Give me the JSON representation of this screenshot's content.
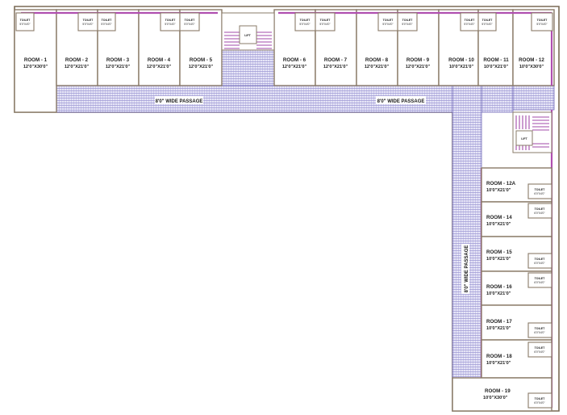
{
  "rooms": [
    {
      "name": "ROOM - 1",
      "size": "12'0\"X30'0\""
    },
    {
      "name": "ROOM - 2",
      "size": "12'0\"X21'0\""
    },
    {
      "name": "ROOM - 3",
      "size": "12'0\"X21'0\""
    },
    {
      "name": "ROOM - 4",
      "size": "12'0\"X21'0\""
    },
    {
      "name": "ROOM - 5",
      "size": "12'0\"X21'0\""
    },
    {
      "name": "ROOM - 6",
      "size": "12'0\"X21'0\""
    },
    {
      "name": "ROOM - 7",
      "size": "12'0\"X21'0\""
    },
    {
      "name": "ROOM - 8",
      "size": "12'0\"X21'0\""
    },
    {
      "name": "ROOM - 9",
      "size": "12'0\"X21'0\""
    },
    {
      "name": "ROOM - 10",
      "size": "10'0\"X21'0\""
    },
    {
      "name": "ROOM - 11",
      "size": "10'0\"X21'0\""
    },
    {
      "name": "ROOM - 12",
      "size": "10'0\"X30'0\""
    },
    {
      "name": "ROOM - 12A",
      "size": "10'0\"X21'0\""
    },
    {
      "name": "ROOM - 14",
      "size": "10'0\"X21'0\""
    },
    {
      "name": "ROOM - 15",
      "size": "10'0\"X21'0\""
    },
    {
      "name": "ROOM - 16",
      "size": "10'0\"X21'0\""
    },
    {
      "name": "ROOM - 17",
      "size": "10'0\"X21'0\""
    },
    {
      "name": "ROOM - 18",
      "size": "10'0\"X21'0\""
    },
    {
      "name": "ROOM - 19",
      "size": "10'0\"X30'0\""
    }
  ],
  "toilets": {
    "top": {
      "label": "TOILET",
      "size": "5'0\"X4'0\""
    },
    "side": {
      "label": "TOILET",
      "size": "6'0\"X4'0\""
    }
  },
  "passages": [
    "8'0\" WIDE PASSAGE",
    "8'0\" WIDE PASSAGE",
    "8'0\" WIDE PASSAGE"
  ],
  "lifts": [
    "LIFT",
    "LIFT"
  ],
  "colors": {
    "passage_hatch": "#6b63b5",
    "passage_fill": "#e3e2f6",
    "partition": "#b04fb0",
    "wall": "#7a6a55"
  }
}
